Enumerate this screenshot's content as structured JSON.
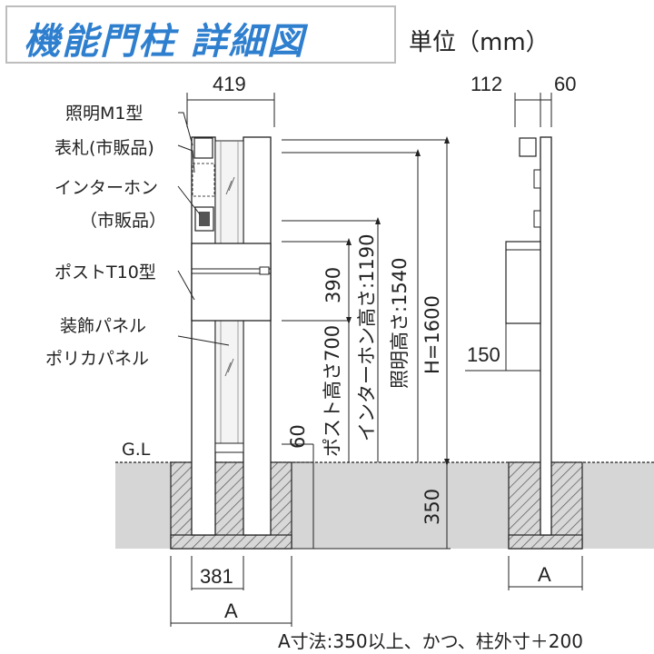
{
  "title": "機能門柱 詳細図",
  "unit": "単位（mm）",
  "front": {
    "labels": {
      "light": "照明M1型",
      "nameplate": "表札(市販品)",
      "intercom1": "インターホン",
      "intercom2": "（市販品）",
      "post": "ポストT10型",
      "panel1": "装飾パネル",
      "panel2": "ポリカパネル",
      "gl": "G.L"
    },
    "dims": {
      "width_top": "419",
      "h390": "390",
      "h60": "60",
      "h350": "350",
      "w381": "381",
      "a": "A"
    },
    "heights": {
      "post": "ポスト高さ700",
      "intercom": "インターホン高さ:1190",
      "light": "照明高さ:1540",
      "total": "H=1600"
    }
  },
  "side": {
    "dims": {
      "d112": "112",
      "d60": "60",
      "d150": "150",
      "a": "A"
    }
  },
  "note": "A寸法:350以上、かつ、柱外寸＋200"
}
